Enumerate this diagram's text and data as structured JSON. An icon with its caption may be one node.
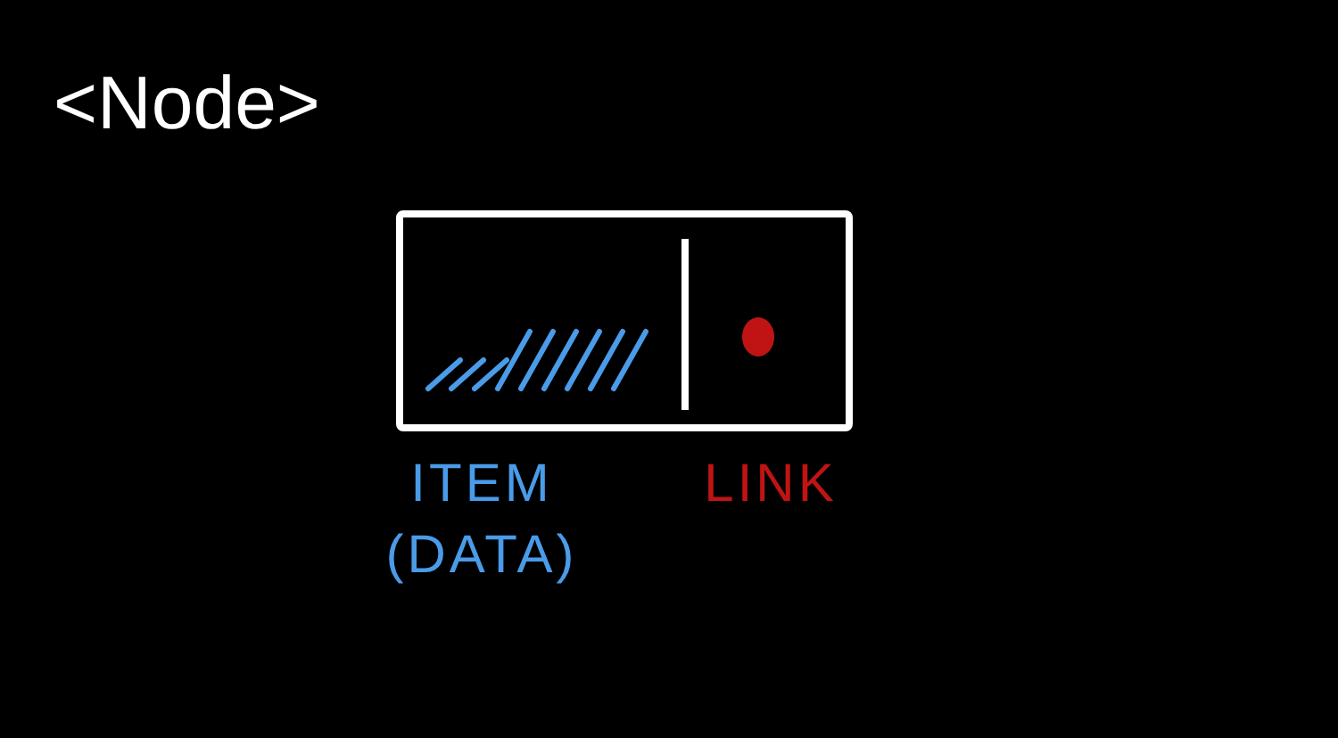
{
  "diagram": {
    "title": "<Node>",
    "nodes": [
      {
        "text": [],
        "shape": "box"
      }
    ],
    "labels": [
      "ITEM (DATA)",
      "LINK"
    ]
  }
}
